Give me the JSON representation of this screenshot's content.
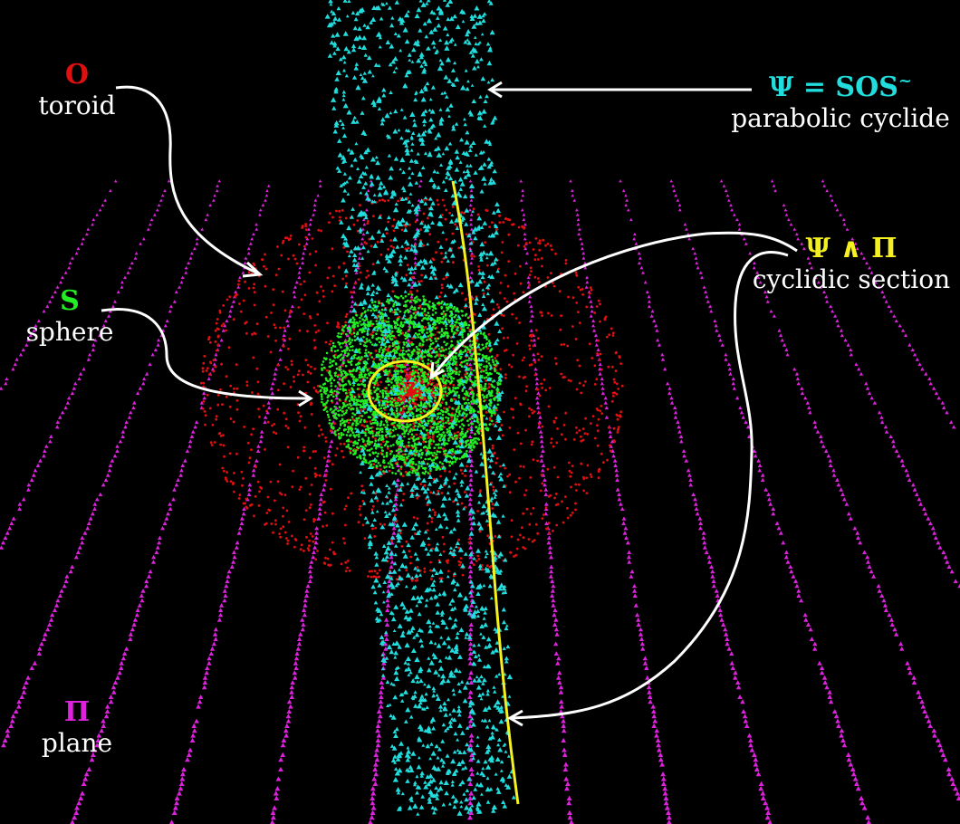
{
  "colors": {
    "background": "#000000",
    "toroid": "#e01010",
    "sphere": "#22ee22",
    "cyclide": "#22dddd",
    "plane": "#dd22dd",
    "section": "#f5f020",
    "arrow": "#ffffff",
    "text": "#ffffff"
  },
  "labels": {
    "toroid": {
      "symbol": "O",
      "name": "toroid"
    },
    "sphere": {
      "symbol": "S",
      "name": "sphere"
    },
    "cyclide": {
      "symbol": "Ψ = SOS",
      "superscript": "~",
      "name": "parabolic cyclide"
    },
    "section": {
      "symbol": "Ψ ∧ Π",
      "name": "cyclidic section"
    },
    "plane": {
      "symbol": "Π",
      "name": "plane"
    }
  }
}
